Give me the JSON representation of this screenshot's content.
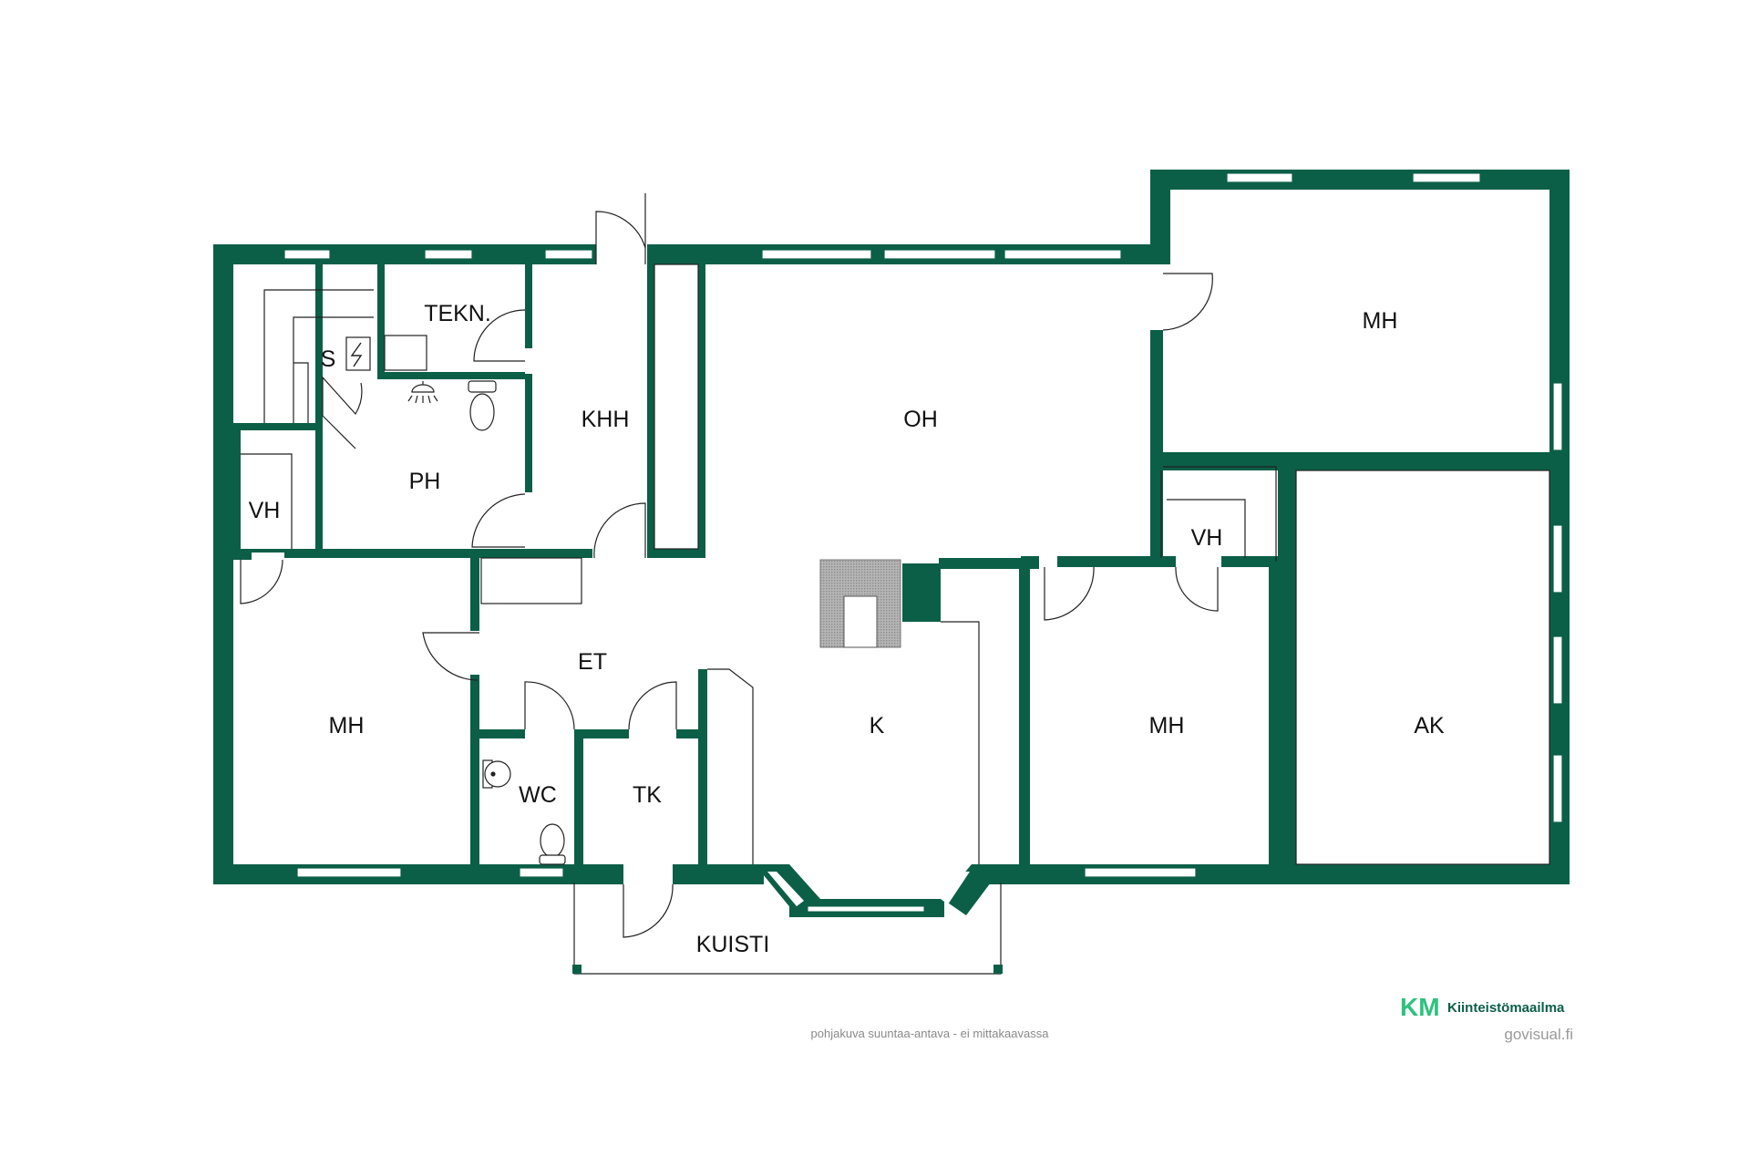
{
  "floorplan": {
    "rooms": {
      "tekn": "TEKN.",
      "sauna": "S",
      "khh": "KHH",
      "oh": "OH",
      "mh_top_right": "MH",
      "ph": "PH",
      "vh_left": "VH",
      "vh_right": "VH",
      "et": "ET",
      "mh_left": "MH",
      "k": "K",
      "mh_center": "MH",
      "ak": "AK",
      "wc": "WC",
      "tk": "TK",
      "kuisti": "KUISTI"
    }
  },
  "footer": {
    "disclaimer": "pohjakuva suuntaa-antava - ei mittakaavassa",
    "brand_mark": "KM",
    "brand_name": "Kiinteistömaailma",
    "site": "govisual.fi"
  },
  "colors": {
    "wall": "#0c5f47",
    "brand_light": "#2ec27e",
    "fireplace": "#a8a8a8"
  }
}
